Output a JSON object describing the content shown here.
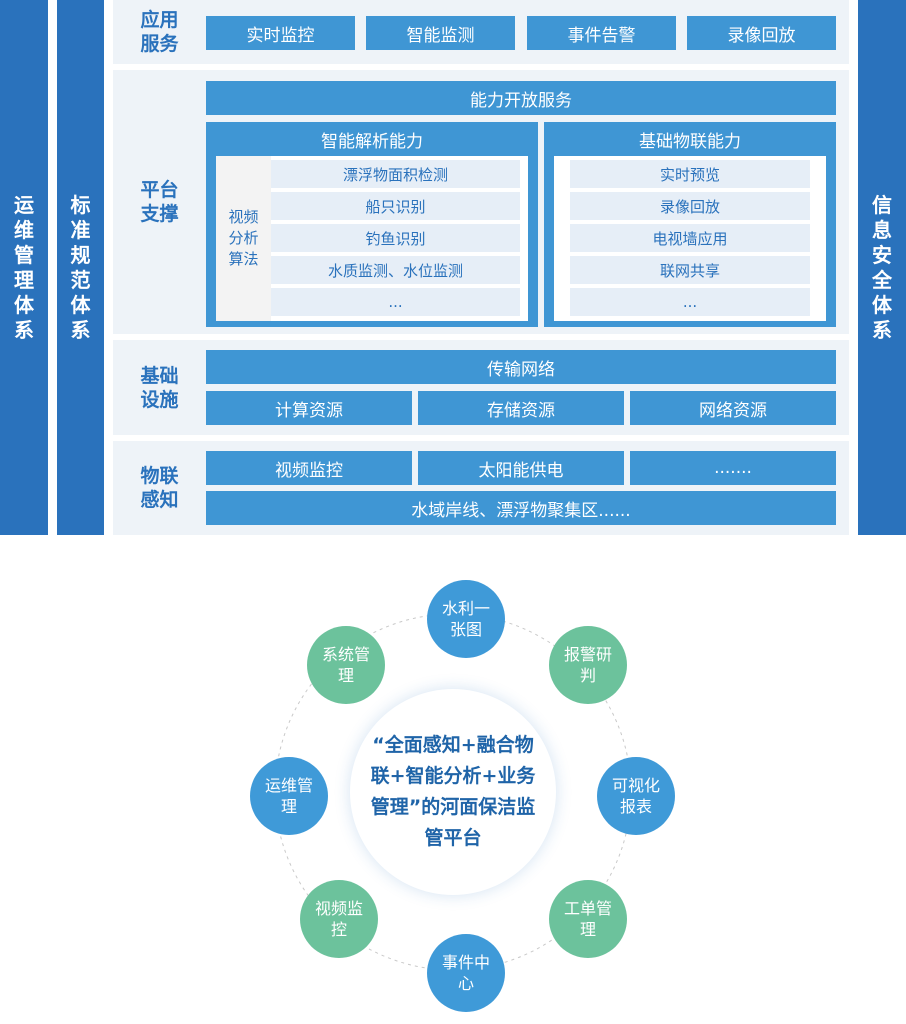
{
  "side": {
    "ops": "运维管理体系",
    "standards": "标准规范体系",
    "security": "信息安全体系"
  },
  "app_layer": {
    "title": "应用服务",
    "items": [
      "实时监控",
      "智能监测",
      "事件告警",
      "录像回放"
    ]
  },
  "platform_layer": {
    "title": "平台支撑",
    "open_service": "能力开放服务",
    "analysis": {
      "title": "智能解析能力",
      "side_label": "视频分析算法",
      "items": [
        "漂浮物面积检测",
        "船只识别",
        "钓鱼识别",
        "水质监测、水位监测",
        "..."
      ]
    },
    "iot": {
      "title": "基础物联能力",
      "items": [
        "实时预览",
        "录像回放",
        "电视墙应用",
        "联网共享",
        "..."
      ]
    }
  },
  "infra_layer": {
    "title": "基础设施",
    "network": "传输网络",
    "items": [
      "计算资源",
      "存储资源",
      "网络资源"
    ]
  },
  "sensing_layer": {
    "title": "物联感知",
    "items": [
      "视频监控",
      "太阳能供电",
      "......."
    ],
    "bottom": "水域岸线、漂浮物聚集区......"
  },
  "ring": {
    "center": "“全面感知+融合物联+智能分析+业务管理”的河面保洁监管平台",
    "nodes": [
      {
        "label": "水利一张图",
        "color": "#3f9ad8"
      },
      {
        "label": "报警研判",
        "color": "#6cc29c"
      },
      {
        "label": "可视化报表",
        "color": "#3f9ad8"
      },
      {
        "label": "工单管理",
        "color": "#6cc29c"
      },
      {
        "label": "事件中心",
        "color": "#3f9ad8"
      },
      {
        "label": "视频监控",
        "color": "#6cc29c"
      },
      {
        "label": "运维管理",
        "color": "#3f9ad8"
      },
      {
        "label": "系统管理",
        "color": "#6cc29c"
      }
    ]
  },
  "colors": {
    "primary": "#2a72bc",
    "box": "#3f96d4",
    "layer_bg": "#eef3f8",
    "node_blue": "#3f9ad8",
    "node_green": "#6cc29c"
  }
}
